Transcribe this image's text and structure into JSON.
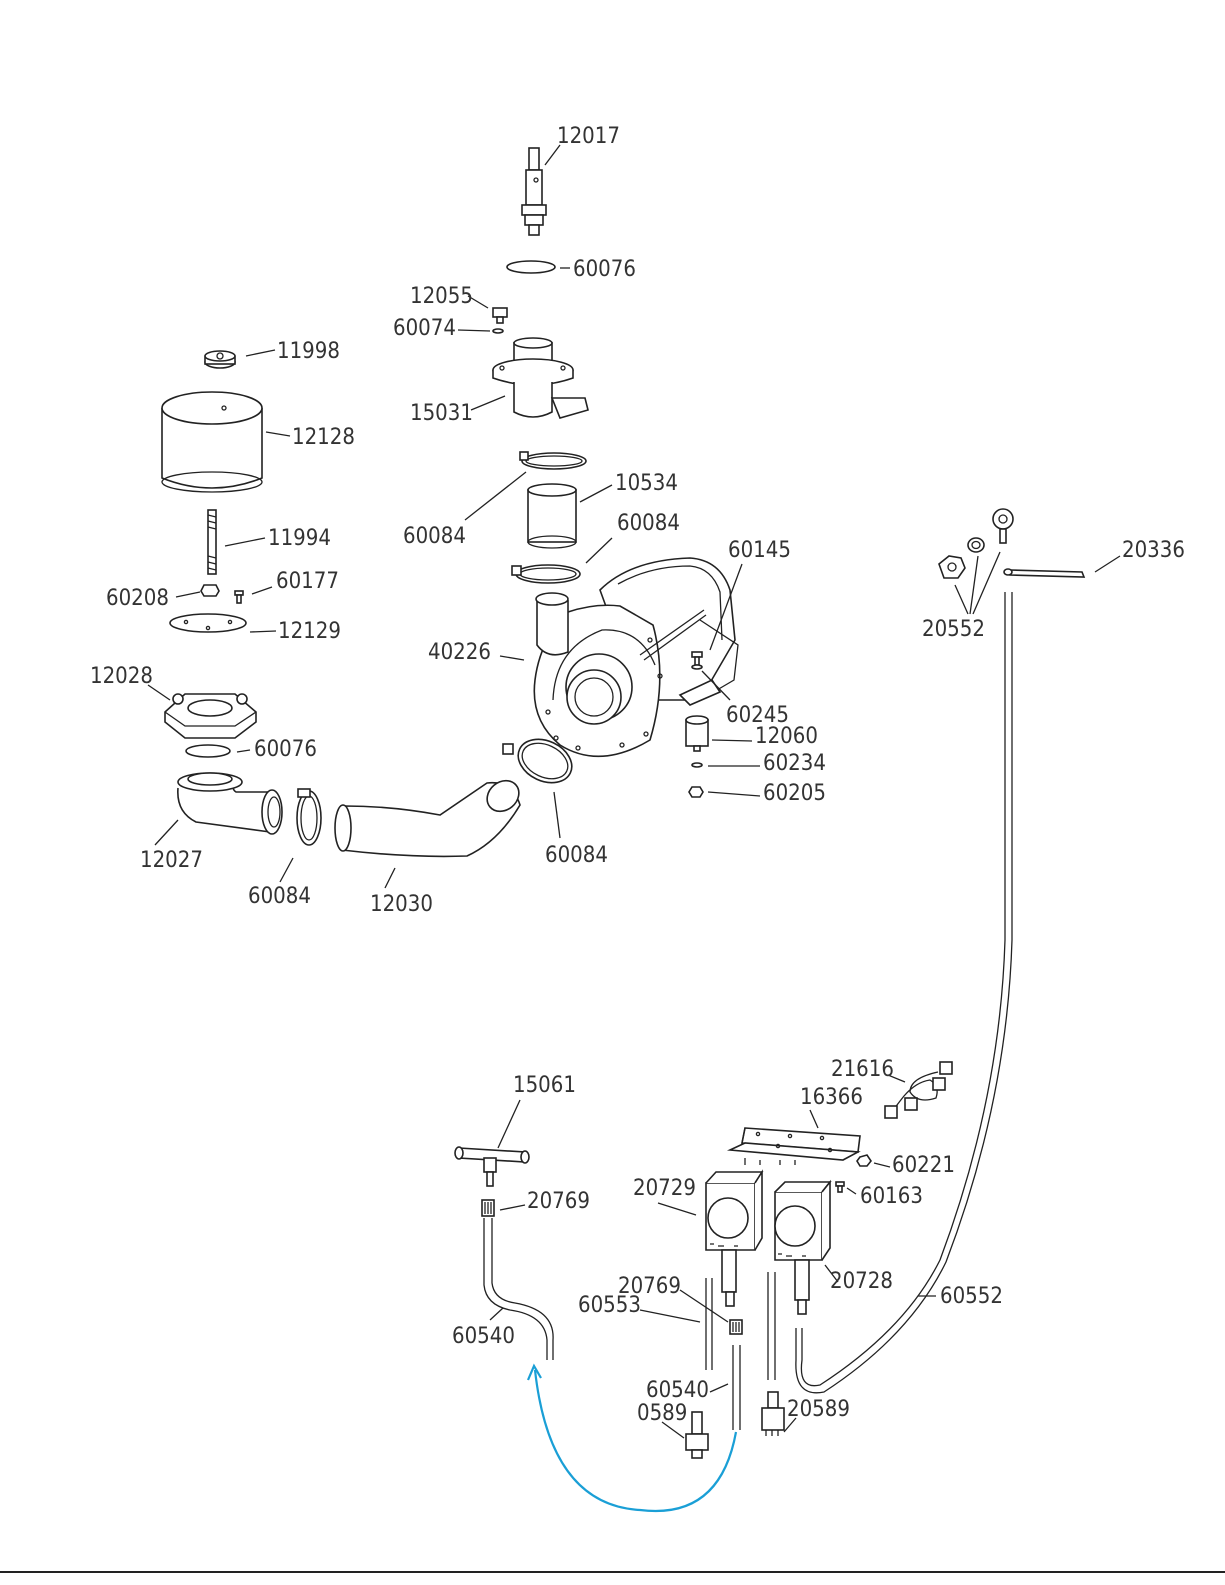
{
  "diagram": {
    "labels": {
      "p12017": "12017",
      "p60076a": "60076",
      "p12055": "12055",
      "p60074": "60074",
      "p15031": "15031",
      "p11998": "11998",
      "p12128": "12128",
      "p60084a": "60084",
      "p10534": "10534",
      "p60084b": "60084",
      "p11994": "11994",
      "p60145": "60145",
      "p20336": "20336",
      "p60177": "60177",
      "p60208": "60208",
      "p12129": "12129",
      "p20552": "20552",
      "p40226": "40226",
      "p12028": "12028",
      "p60245": "60245",
      "p12060": "12060",
      "p60076b": "60076",
      "p60234": "60234",
      "p60205": "60205",
      "p12027": "12027",
      "p60084c": "60084",
      "p60084d": "60084",
      "p12030": "12030",
      "p21616": "21616",
      "p16366": "16366",
      "p15061": "15061",
      "p60221": "60221",
      "p20769a": "20769",
      "p20729": "20729",
      "p60163": "60163",
      "p20728": "20728",
      "p20769b": "20769",
      "p60553": "60553",
      "p60552": "60552",
      "p60540a": "60540",
      "p60540b": "60540",
      "p0589": "0589",
      "p20589": "20589"
    },
    "colors": {
      "line": "#222222",
      "text": "#333333",
      "annotation_arrow": "#1a9fd6"
    }
  }
}
